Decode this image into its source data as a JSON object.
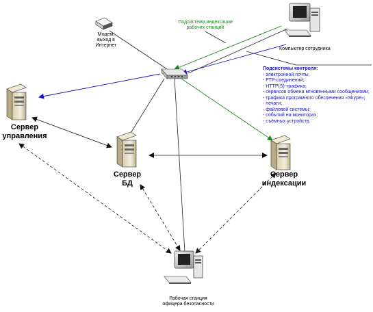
{
  "labels": {
    "modem": [
      "Модем,",
      "выход в",
      "Интернет"
    ],
    "indexing_subsystem": [
      "Подсистема индексации",
      "рабочих станций"
    ],
    "employee_computer": "Компьютер сотрудника",
    "mgmt_server": [
      "Сервер",
      "управления"
    ],
    "db_server": [
      "Сервер",
      "БД"
    ],
    "index_server": [
      "Сервер",
      "индексации"
    ],
    "security_workstation": [
      "Рабочая станция",
      "офицера безопасности"
    ]
  },
  "control_subsystems": {
    "title": "Подсистемы контроля:",
    "items": [
      "- электронной почты;",
      "- FTP-соединений;",
      "- HTTP(S)-трафика;",
      "- сервисов обмена мгновенными сообщениями;",
      "- трафика програмного обеспечения «Skype»;",
      "- печати;",
      "- файловой системы;",
      "- событий на мониторах;",
      "- съёмных устройств."
    ]
  },
  "colors": {
    "green": "#1a8a1a",
    "blue": "#1515c8",
    "line": "#222222"
  }
}
